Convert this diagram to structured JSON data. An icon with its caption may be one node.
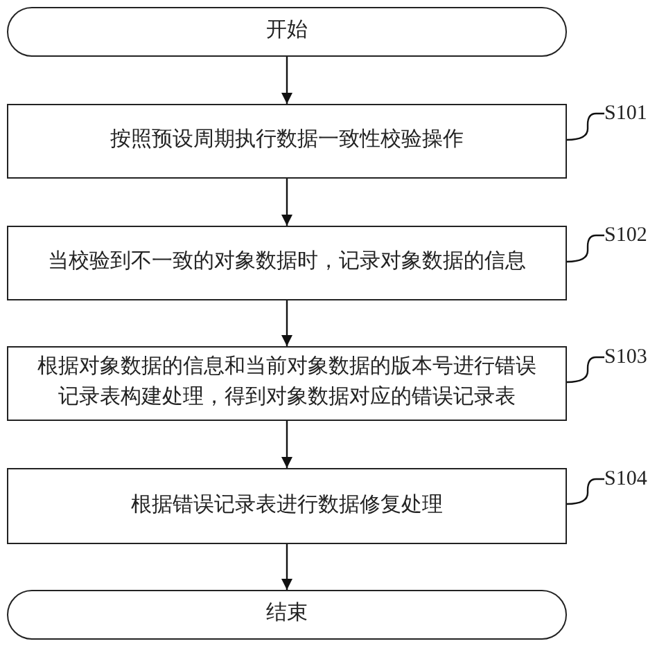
{
  "diagram": {
    "nodes": [
      {
        "text": [
          "开始"
        ]
      },
      {
        "text": [
          "按照预设周期执行数据一致性校验操作"
        ]
      },
      {
        "text": [
          "当校验到不一致的对象数据时，记录对象数据的信息"
        ]
      },
      {
        "text": [
          "根据对象数据的信息和当前对象数据的版本号进行错误记录表构建处理，得到对象数据对应的错误记录表"
        ]
      },
      {
        "text": [
          "根据错误记录表进行数据修复处理"
        ]
      },
      {
        "text": [
          "结束"
        ]
      },
      {
        "text": [
          "S101"
        ]
      },
      {
        "text": [
          "S102"
        ]
      },
      {
        "text": [
          "S103"
        ]
      },
      {
        "text": [
          "S104"
        ]
      }
    ],
    "edges": [
      {
        "from": 0,
        "to": 1,
        "arrow": "to"
      },
      {
        "from": 1,
        "to": 2,
        "arrow": "to"
      },
      {
        "from": 2,
        "to": 3,
        "arrow": "to"
      },
      {
        "from": 3,
        "to": 4,
        "arrow": "to"
      },
      {
        "from": 4,
        "to": 5,
        "arrow": "to"
      },
      {
        "from": 6,
        "to": 1,
        "arrow": "none"
      },
      {
        "from": 7,
        "to": 2,
        "arrow": "none"
      },
      {
        "from": 8,
        "to": 3,
        "arrow": "none"
      },
      {
        "from": 9,
        "to": 4,
        "arrow": "none"
      }
    ]
  }
}
